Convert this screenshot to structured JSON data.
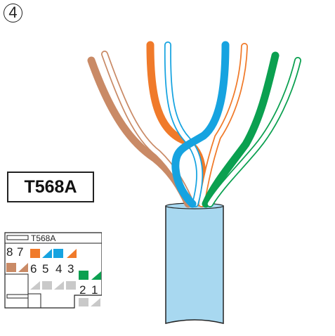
{
  "step_number": "4",
  "standard_label": "T568A",
  "jack_diagram": {
    "title": "T568A",
    "pin_labels": [
      "8",
      "7",
      "6",
      "5",
      "4",
      "3",
      "2",
      "1"
    ]
  },
  "colors": {
    "brown": "#c98a66",
    "orange": "#f07a2a",
    "blue": "#16a3e0",
    "green": "#0ba050",
    "jacket": "#a8d8f0",
    "gray": "#c9c9c9",
    "outline": "#222222"
  },
  "wires": [
    {
      "name": "brown",
      "style": "solid"
    },
    {
      "name": "white-brown",
      "style": "striped"
    },
    {
      "name": "orange",
      "style": "solid"
    },
    {
      "name": "white-blue",
      "style": "striped"
    },
    {
      "name": "blue",
      "style": "solid"
    },
    {
      "name": "white-orange",
      "style": "striped"
    },
    {
      "name": "green",
      "style": "solid"
    },
    {
      "name": "white-green",
      "style": "striped"
    }
  ]
}
